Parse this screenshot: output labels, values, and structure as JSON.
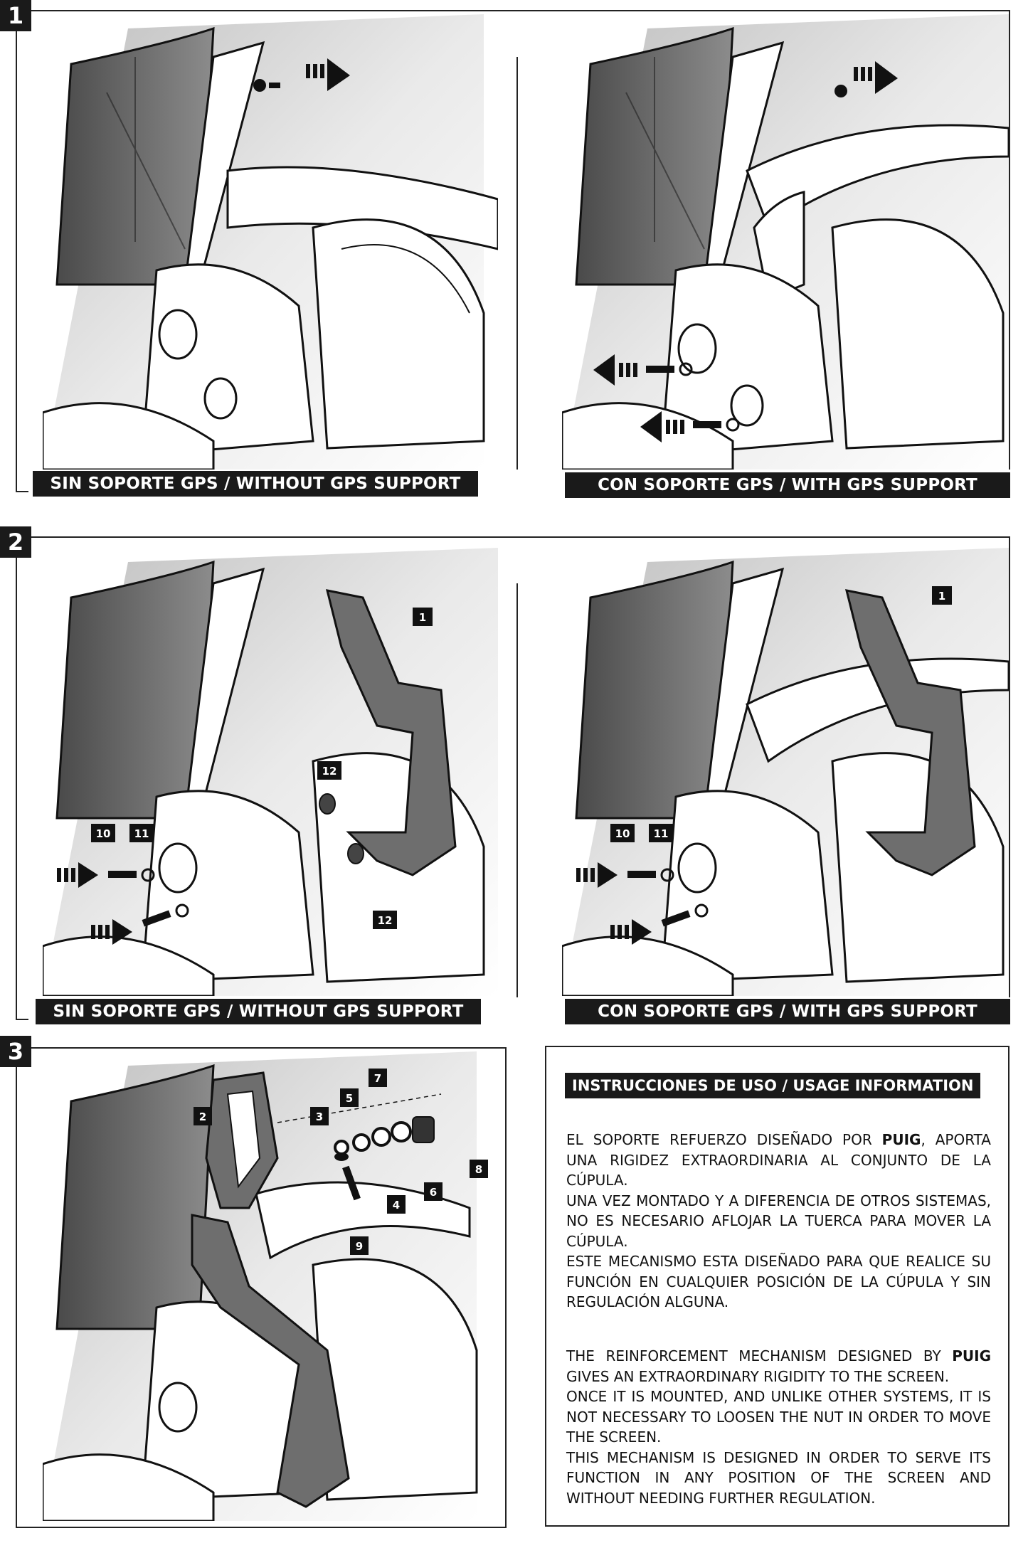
{
  "steps": [
    {
      "number": "1"
    },
    {
      "number": "2"
    },
    {
      "number": "3"
    }
  ],
  "captions": {
    "without": "SIN SOPORTE GPS / WITHOUT GPS SUPPORT",
    "with": "CON SOPORTE GPS / WITH GPS SUPPORT"
  },
  "callouts": [
    "1",
    "2",
    "3",
    "4",
    "5",
    "6",
    "7",
    "8",
    "9",
    "10",
    "11",
    "12"
  ],
  "info": {
    "title": "INSTRUCCIONES DE USO / USAGE INFORMATION",
    "spanish": [
      "EL SOPORTE REFUERZO DISEÑADO POR ",
      "PUIG",
      ", APORTA UNA RIGIDEZ EXTRAORDINARIA AL CONJUNTO DE LA CÚPULA.",
      "UNA VEZ MONTADO Y A DIFERENCIA DE OTROS SISTEMAS, NO ES NECESARIO AFLOJAR LA TUERCA PARA MOVER LA CÚPULA.",
      "ESTE MECANISMO ESTA DISEÑADO PARA QUE REALICE SU FUNCIÓN EN CUALQUIER POSICIÓN DE LA CÚPULA Y SIN REGULACIÓN ALGUNA."
    ],
    "english": [
      "THE REINFORCEMENT MECHANISM DESIGNED BY ",
      "PUIG",
      " GIVES AN EXTRAORDINARY RIGIDITY TO THE SCREEN.",
      "ONCE IT IS MOUNTED, AND UNLIKE OTHER SYSTEMS, IT IS NOT NECESSARY TO LOOSEN THE NUT IN ORDER TO MOVE THE SCREEN.",
      "THIS MECHANISM IS DESIGNED IN ORDER TO SERVE ITS FUNCTION IN ANY POSITION OF THE SCREEN AND WITHOUT NEEDING FURTHER REGULATION."
    ]
  },
  "colors": {
    "ink": "#1a1a1a",
    "screen_gray": "#6e6e6e",
    "background": "#ffffff"
  }
}
